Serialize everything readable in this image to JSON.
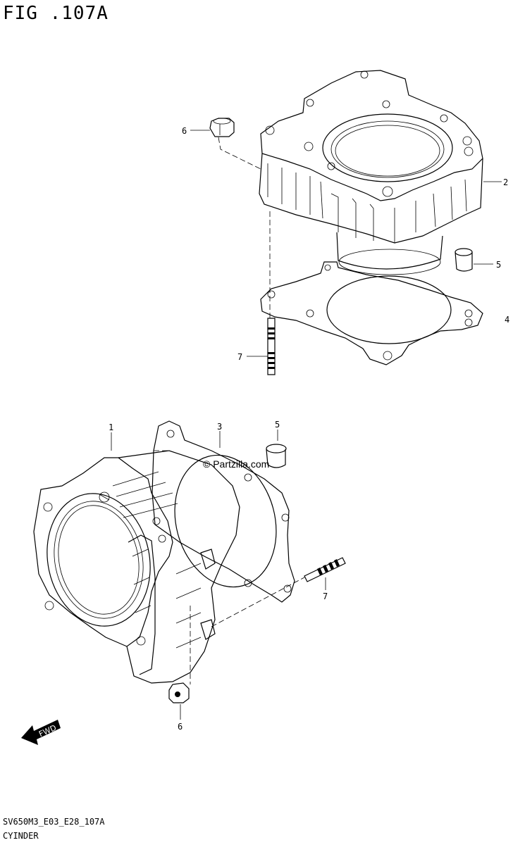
{
  "figure": {
    "title": "FIG .107A",
    "code": "SV650M3_E03_E28_107A",
    "name": "CYINDER"
  },
  "watermark": "© Partzilla.com",
  "fwd_label": "FWD",
  "callouts": {
    "top_6": "6",
    "top_2": "2",
    "top_5": "5",
    "top_4": "4",
    "top_7": "7",
    "bot_1": "1",
    "bot_3": "3",
    "bot_5": "5",
    "bot_7": "7",
    "bot_6": "6"
  }
}
